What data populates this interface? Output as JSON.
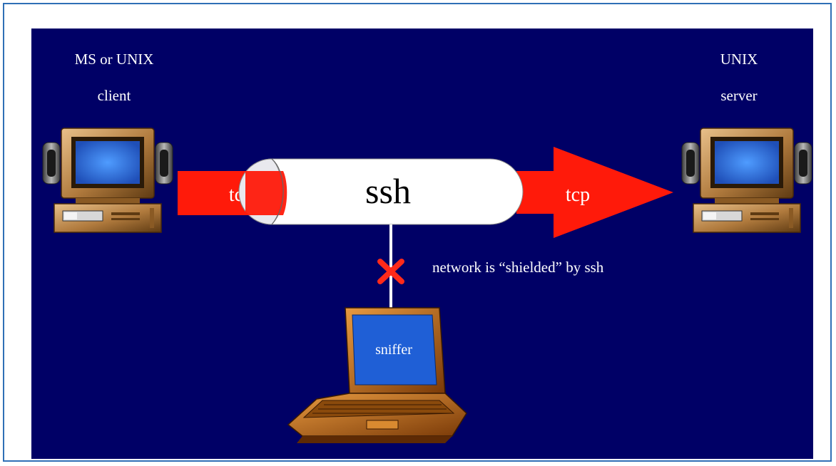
{
  "colors": {
    "background": "#000066",
    "arrow": "#ff1a0a",
    "tube": "#ffffff",
    "cross": "#ff2a1a",
    "screen": "#1f5fd6",
    "computer_body": "#b07a3d",
    "laptop_body": "#c26a14"
  },
  "labels": {
    "client_line1": "MS or UNIX",
    "client_line2": "client",
    "server_line1": "UNIX",
    "server_line2": "server",
    "tcp_left": "tcp",
    "ssh": "ssh",
    "tcp_right": "tcp",
    "shield_note": "network is “shielded” by ssh",
    "sniffer": "sniffer"
  },
  "icons": {
    "client": "desktop-computer-icon",
    "server": "desktop-computer-icon",
    "laptop": "laptop-icon",
    "blocked": "red-x-icon"
  }
}
